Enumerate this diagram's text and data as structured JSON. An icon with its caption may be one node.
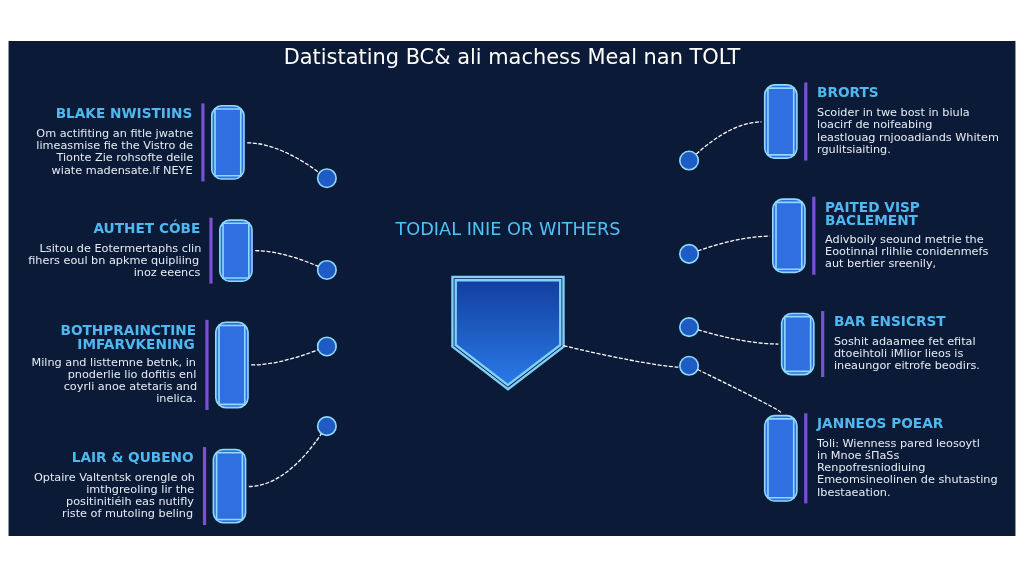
{
  "diagram": {
    "title": "Datistating BC& ali machess Meal nan TOLT",
    "nodes": [
      {
        "text": [],
        "shape": "picture"
      },
      {
        "text": [],
        "shape": "circle",
        "beside": [
          "BLAKE NWISTIINS",
          "Om actifiting an fitle jwatne limeasmise fie the Vistro de Tionte Zie rohsofte deile wiate madensate.lf NEYE"
        ]
      },
      {
        "text": [],
        "shape": "circle",
        "beside": [
          "AUTHET CÓBE",
          "Lsitou de Eotermertaphs clin fihers eoul bn apkme quipliing inoz eeencs"
        ]
      },
      {
        "text": [],
        "shape": "circle",
        "beside": [
          "BOTHPRAINCTINE IMFARVKENING",
          "Milng and listtemne betnk, in pnoderlie lio dofitis enl coyrli anoe atetaris and inelica."
        ]
      },
      {
        "text": [],
        "shape": "circle",
        "beside": [
          "LAIR & QUBENO",
          "Optaire Valtentsk orengle oh imthgreoling lir the positinitiéih eas nutifly riste of mutoling beling"
        ]
      },
      {
        "text": [],
        "shape": "circle",
        "beside": [
          "BRORTS",
          "Scoider in twe bost in biula loacirf de noifeabing leastlouag rnjooadiands Whitem rgulitsiaiting."
        ]
      },
      {
        "text": [],
        "shape": "circle",
        "beside": [
          "PAITED VISP BACLEMENT",
          "Adivboily seound metrie the Eootinnal rlihlie conidenmefs aut bertier sreenily,"
        ]
      },
      {
        "text": [],
        "shape": "circle",
        "beside": [
          "BAR ENSICRST",
          "Soshit adaamee fet efital dtoeihtoli iMlior lieos is ineaungor eitrofe beodirs."
        ]
      },
      {
        "text": [],
        "shape": "circle",
        "beside": [
          "JANNEOS POEAR",
          "Toli: Wienness pared leosoytl in Mnoe śΠaSs Renpofresniodiuing Emeomsineolinen de shutasting Ibestaeation."
        ]
      },
      {
        "text": [],
        "shape": "circle"
      },
      {
        "text": [],
        "shape": "circle"
      },
      {
        "text": [],
        "shape": "circle"
      },
      {
        "text": [],
        "shape": "circle"
      },
      {
        "text": [],
        "shape": "circle"
      },
      {
        "text": [],
        "shape": "circle"
      },
      {
        "text": [],
        "shape": "circle"
      },
      {
        "text": [],
        "shape": "circle"
      }
    ],
    "edges": [
      {
        "from": 1,
        "to": 9,
        "arrow": "none",
        "style": "dashed"
      },
      {
        "from": 2,
        "to": 10,
        "arrow": "none",
        "style": "dashed"
      },
      {
        "from": 3,
        "to": 11,
        "arrow": "none",
        "style": "dashed"
      },
      {
        "from": 4,
        "to": 12,
        "arrow": "none",
        "style": "dashed"
      },
      {
        "from": 13,
        "to": 5,
        "arrow": "none",
        "style": "dashed"
      },
      {
        "from": 14,
        "to": 6,
        "arrow": "none",
        "style": "dashed"
      },
      {
        "from": 15,
        "to": 7,
        "arrow": "none",
        "style": "dashed"
      },
      {
        "from": 16,
        "to": 8,
        "arrow": "none",
        "style": "dashed"
      },
      {
        "from": 0,
        "to": 16,
        "arrow": "none",
        "style": "dashed"
      }
    ],
    "labels": [
      "TODIAL INIE OR WITHERS"
    ]
  }
}
